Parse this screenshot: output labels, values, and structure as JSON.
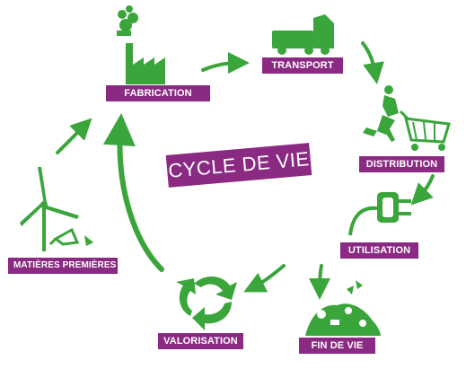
{
  "title": "CYCLE DE VIE",
  "steps": {
    "fabrication": "FABRICATION",
    "transport": "TRANSPORT",
    "distribution": "DISTRIBUTION",
    "utilisation": "UTILISATION",
    "fin_de_vie": "FIN DE VIE",
    "valorisation": "VALORISATION",
    "matieres_premieres": "MATIÈRES PREMIÈRES"
  },
  "icons": {
    "fabrication": "factory-icon",
    "transport": "truck-icon",
    "distribution": "shopping-woman-cart-icon",
    "utilisation": "power-plug-icon",
    "fin_de_vie": "trash-heap-icon",
    "valorisation": "recycle-icon",
    "matieres_premieres": "wind-turbine-icon"
  },
  "colors": {
    "green": "#3aa53a",
    "purple": "#8a2a82"
  }
}
